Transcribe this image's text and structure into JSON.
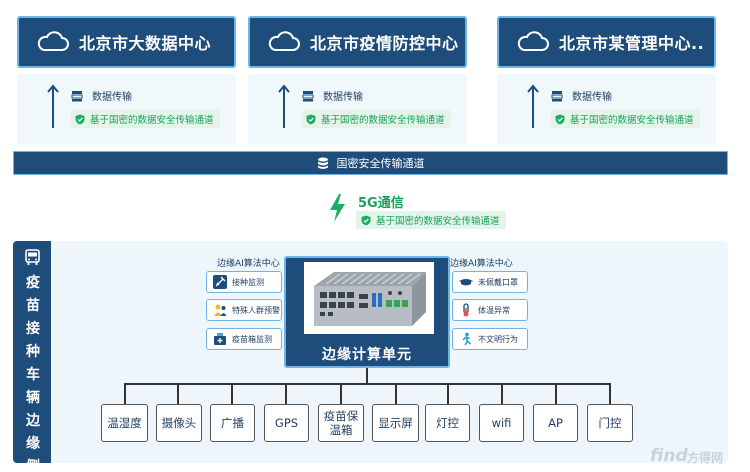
{
  "centers": [
    {
      "title": "北京市大数据中心",
      "transfer_label": "数据传输",
      "secure_label": "基于国密的数据安全传输通道"
    },
    {
      "title": "北京市疫情防控中心",
      "transfer_label": "数据传输",
      "secure_label": "基于国密的数据安全传输通道"
    },
    {
      "title": "北京市某管理中心..",
      "transfer_label": "数据传输",
      "secure_label": "基于国密的数据安全传输通道"
    }
  ],
  "channel_bar": {
    "label": "国密安全传输通道"
  },
  "fiveg": {
    "title": "5G通信",
    "secure_label": "基于国密的数据安全传输通道"
  },
  "vehicle": {
    "side_title": "疫苗接种车辆边缘侧",
    "left_group": {
      "title": "边缘AI算法中心",
      "items": [
        {
          "label": "接种监测",
          "icon": "injection-icon"
        },
        {
          "label": "特殊人群预警",
          "icon": "people-warning-icon"
        },
        {
          "label": "疫苗箱监测",
          "icon": "vaccine-box-icon"
        }
      ]
    },
    "right_group": {
      "title": "边缘AI算法中心",
      "items": [
        {
          "label": "未佩戴口罩",
          "icon": "mask-icon"
        },
        {
          "label": "体温异常",
          "icon": "thermometer-icon"
        },
        {
          "label": "不文明行为",
          "icon": "person-running-icon"
        }
      ]
    },
    "device": {
      "title": "边缘计算单元"
    },
    "leaves": [
      "温湿度",
      "摄像头",
      "广播",
      "GPS",
      "疫苗保温箱",
      "显示屏",
      "灯控",
      "wifi",
      "AP",
      "门控"
    ]
  },
  "watermark": {
    "brand": "find",
    "sub": "方得网"
  },
  "colors": {
    "navy": "#1e4d7b",
    "border_blue": "#6db5e6",
    "green": "#1c9e5c",
    "panel": "#eef6fc"
  }
}
